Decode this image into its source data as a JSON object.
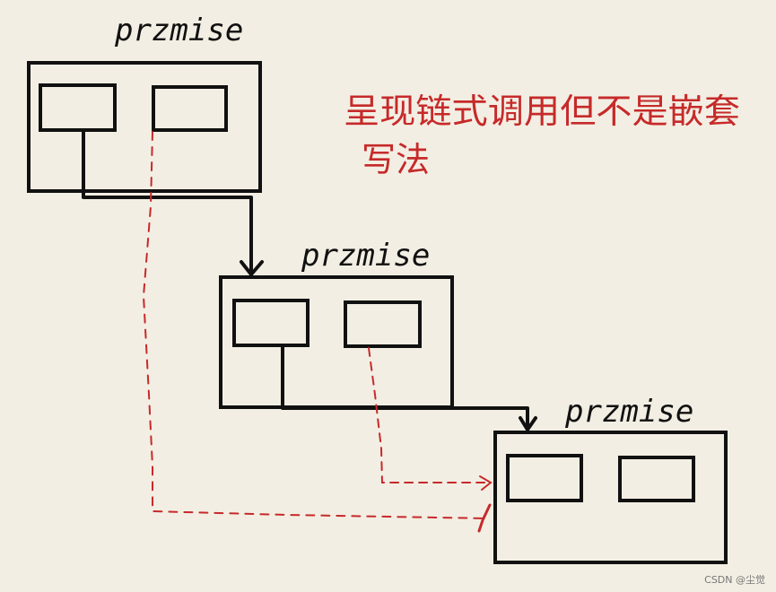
{
  "boxes": [
    {
      "id": "promise-1",
      "label": "przmise"
    },
    {
      "id": "promise-2",
      "label": "przmise"
    },
    {
      "id": "promise-3",
      "label": "przmise"
    }
  ],
  "annotation": {
    "line1": "呈现链式调用但不是嵌套",
    "line2": "写法"
  },
  "watermark": "CSDN @尘觉",
  "colors": {
    "ink": "#111111",
    "annotation": "#c62a2a",
    "paper": "#f3eee3"
  }
}
